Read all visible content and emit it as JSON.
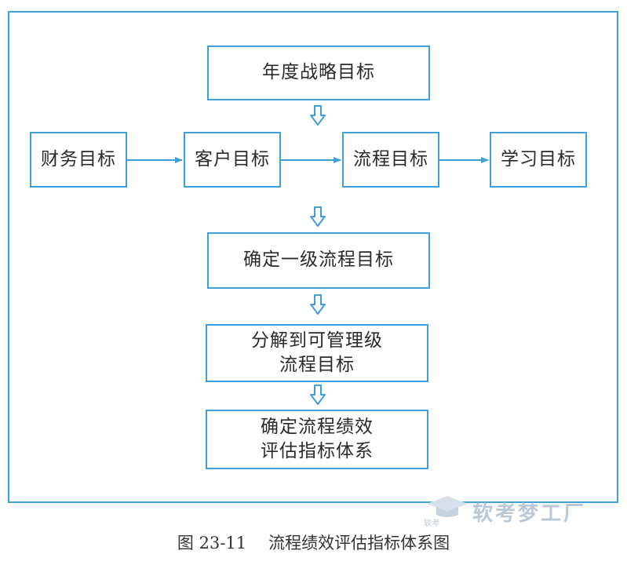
{
  "diagram": {
    "nodes": {
      "strategy": "年度战略目标",
      "finance": "财务目标",
      "customer": "客户目标",
      "process": "流程目标",
      "learning": "学习目标",
      "level1": "确定一级流程目标",
      "decompose": [
        "分解到可管理级",
        "流程目标"
      ],
      "evaluation": [
        "确定流程绩效",
        "评估指标体系"
      ]
    }
  },
  "caption": {
    "number": "图 23-11",
    "title": "流程绩效评估指标体系图"
  },
  "watermark": {
    "brand": "软考梦工厂",
    "small": "软考"
  },
  "colors": {
    "accent": "#3ea0d8",
    "watermark": "#b9c8d6"
  }
}
